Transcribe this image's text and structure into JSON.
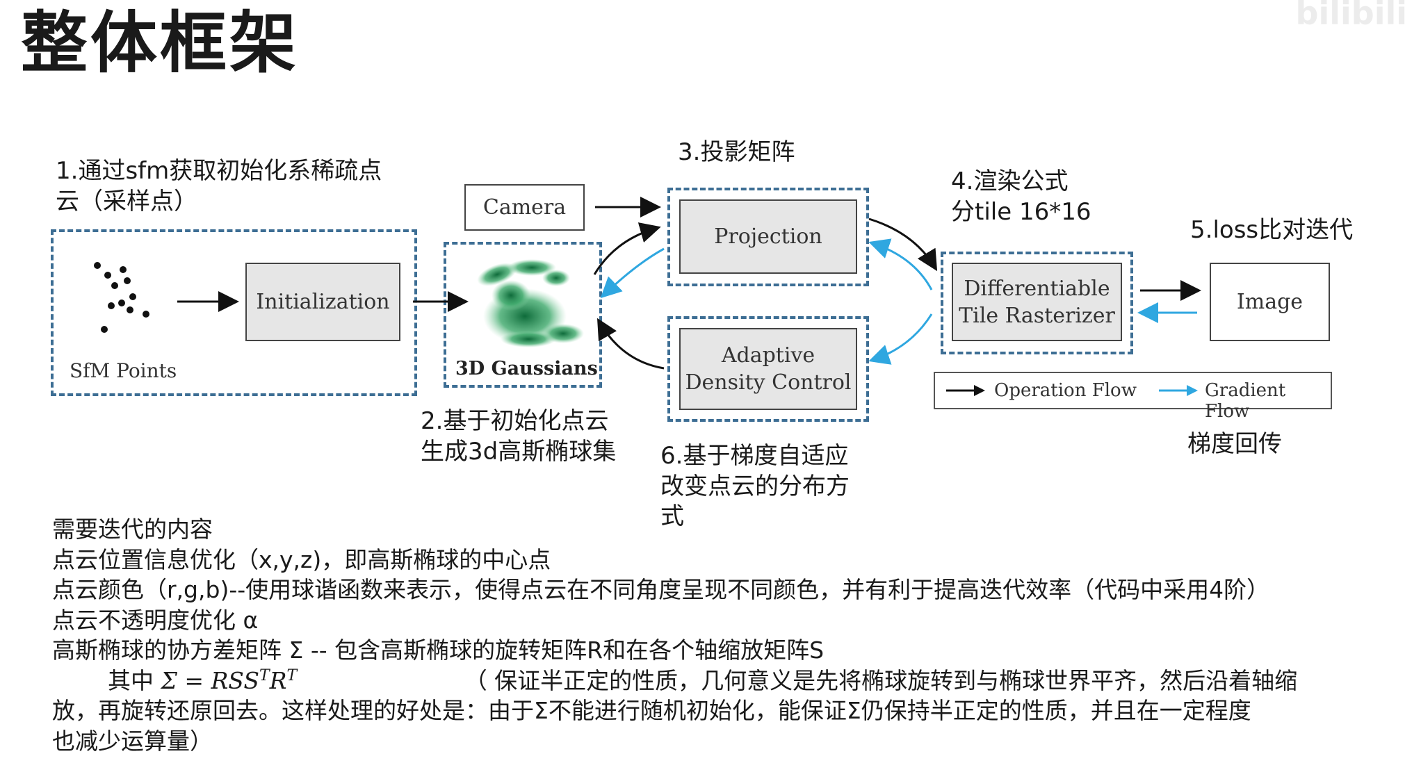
{
  "page_title": "整体框架",
  "watermark": "bilibili",
  "captions": {
    "step1": "1.通过sfm获取初始化系稀疏点\n云（采样点）",
    "step2": "2.基于初始化点云\n生成3d高斯椭球集",
    "step3": "3.投影矩阵",
    "step4": "4.渲染公式\n分tile 16*16",
    "step5": "5.loss比对迭代",
    "step6": "6.基于梯度自适应\n改变点云的分布方\n式",
    "backprop": "梯度回传"
  },
  "diagram": {
    "sfm_points_label": "SfM Points",
    "initialization": "Initialization",
    "gaussians_label": "3D Gaussians",
    "camera": "Camera",
    "projection": "Projection",
    "adaptive_line1": "Adaptive",
    "adaptive_line2": "Density Control",
    "rasterizer_line1": "Differentiable",
    "rasterizer_line2": "Tile Rasterizer",
    "image": "Image",
    "legend_operation": "Operation Flow",
    "legend_gradient": "Gradient Flow"
  },
  "colors": {
    "operation_arrow": "#111111",
    "gradient_arrow": "#2fa7e0",
    "dashed_border": "#3d6e94",
    "box_fill": "#e6e6e6"
  },
  "notes": {
    "heading": "需要迭代的内容",
    "line1": "点云位置信息优化（x,y,z)，即高斯椭球的中心点",
    "line2": "点云颜色（r,g,b)--使用球谐函数来表示，使得点云在不同角度呈现不同颜色，并有利于提高迭代效率（代码中采用4阶）",
    "line3": "点云不透明度优化 α",
    "line4": "高斯椭球的协方差矩阵 Σ  -- 包含高斯椭球的旋转矩阵R和在各个轴缩放矩阵S",
    "line5_prefix": "其中",
    "formula": "Σ = RSS",
    "formula_sup1": "T",
    "formula_r": "R",
    "formula_sup2": "T",
    "line5_rest": "（ 保证半正定的性质，几何意义是先将椭球旋转到与椭球世界平齐，然后沿着轴缩",
    "line6": "放，再旋转还原回去。这样处理的好处是：由于Σ不能进行随机初始化，能保证Σ仍保持半正定的性质，并且在一定程度",
    "line7": "也减少运算量）"
  }
}
